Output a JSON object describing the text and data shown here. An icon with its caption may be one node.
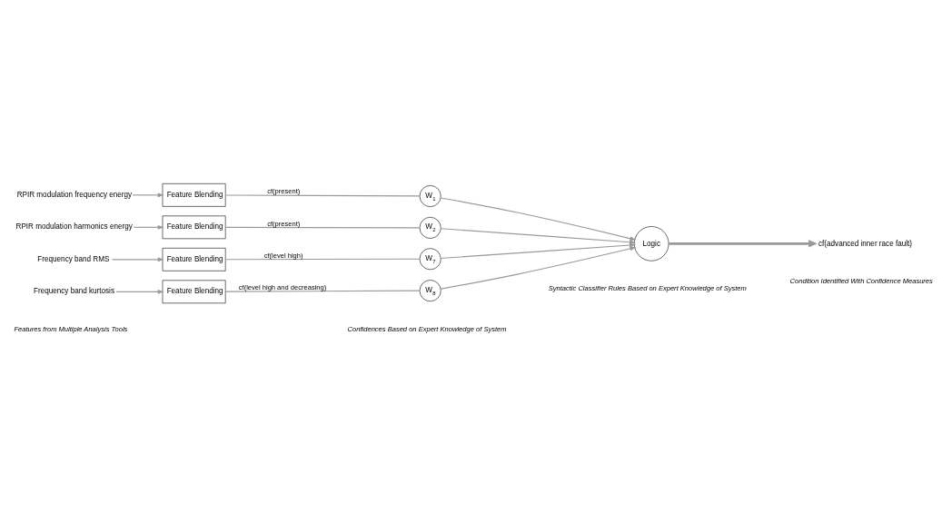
{
  "diagram": {
    "nodes": [
      {
        "text": [
          "RPIR modulation frequency energy"
        ]
      },
      {
        "text": [
          "RPIR modulation harmonics energy"
        ]
      },
      {
        "text": [
          "Frequency band RMS"
        ]
      },
      {
        "text": [
          "Frequency band kurtosis"
        ]
      },
      {
        "text": [
          "Feature Blending"
        ]
      },
      {
        "text": [
          "Feature Blending"
        ]
      },
      {
        "text": [
          "Feature Blending"
        ]
      },
      {
        "text": [
          "Feature Blending"
        ]
      },
      {
        "text": [
          "W$_{1}$"
        ]
      },
      {
        "text": [
          "W$_{2}$"
        ]
      },
      {
        "text": [
          "W$_{7}$"
        ]
      },
      {
        "text": [
          "W$_{8}$"
        ]
      },
      {
        "text": [
          "Logic"
        ]
      },
      {
        "text": [
          "cf(advanced inner race fault)"
        ]
      }
    ],
    "edges": [
      {
        "from": 0,
        "to": 4,
        "arrow": "to"
      },
      {
        "from": 1,
        "to": 5,
        "arrow": "to"
      },
      {
        "from": 2,
        "to": 6,
        "arrow": "to"
      },
      {
        "from": 3,
        "to": 7,
        "arrow": "to"
      },
      {
        "from": 4,
        "to": 8,
        "arrow": "none",
        "label": "cf(present)"
      },
      {
        "from": 5,
        "to": 9,
        "arrow": "none",
        "label": "cf(present)"
      },
      {
        "from": 6,
        "to": 10,
        "arrow": "none",
        "label": "cf(level high)"
      },
      {
        "from": 7,
        "to": 11,
        "arrow": "none",
        "label": "cf(level high and decreasing)"
      },
      {
        "from": 8,
        "to": 12,
        "arrow": "to"
      },
      {
        "from": 9,
        "to": 12,
        "arrow": "to"
      },
      {
        "from": 10,
        "to": 12,
        "arrow": "to"
      },
      {
        "from": 11,
        "to": 12,
        "arrow": "to"
      },
      {
        "from": 12,
        "to": 13,
        "arrow": "to",
        "style": "thick"
      }
    ],
    "labels": [
      "Features from Multiple Analysis Tools",
      "Confidences Based on Expert Knowledge of System",
      "Syntactic Classifier Rules Based on Expert Knowledge of System",
      "Condition Identified With Confidence Measures"
    ]
  }
}
